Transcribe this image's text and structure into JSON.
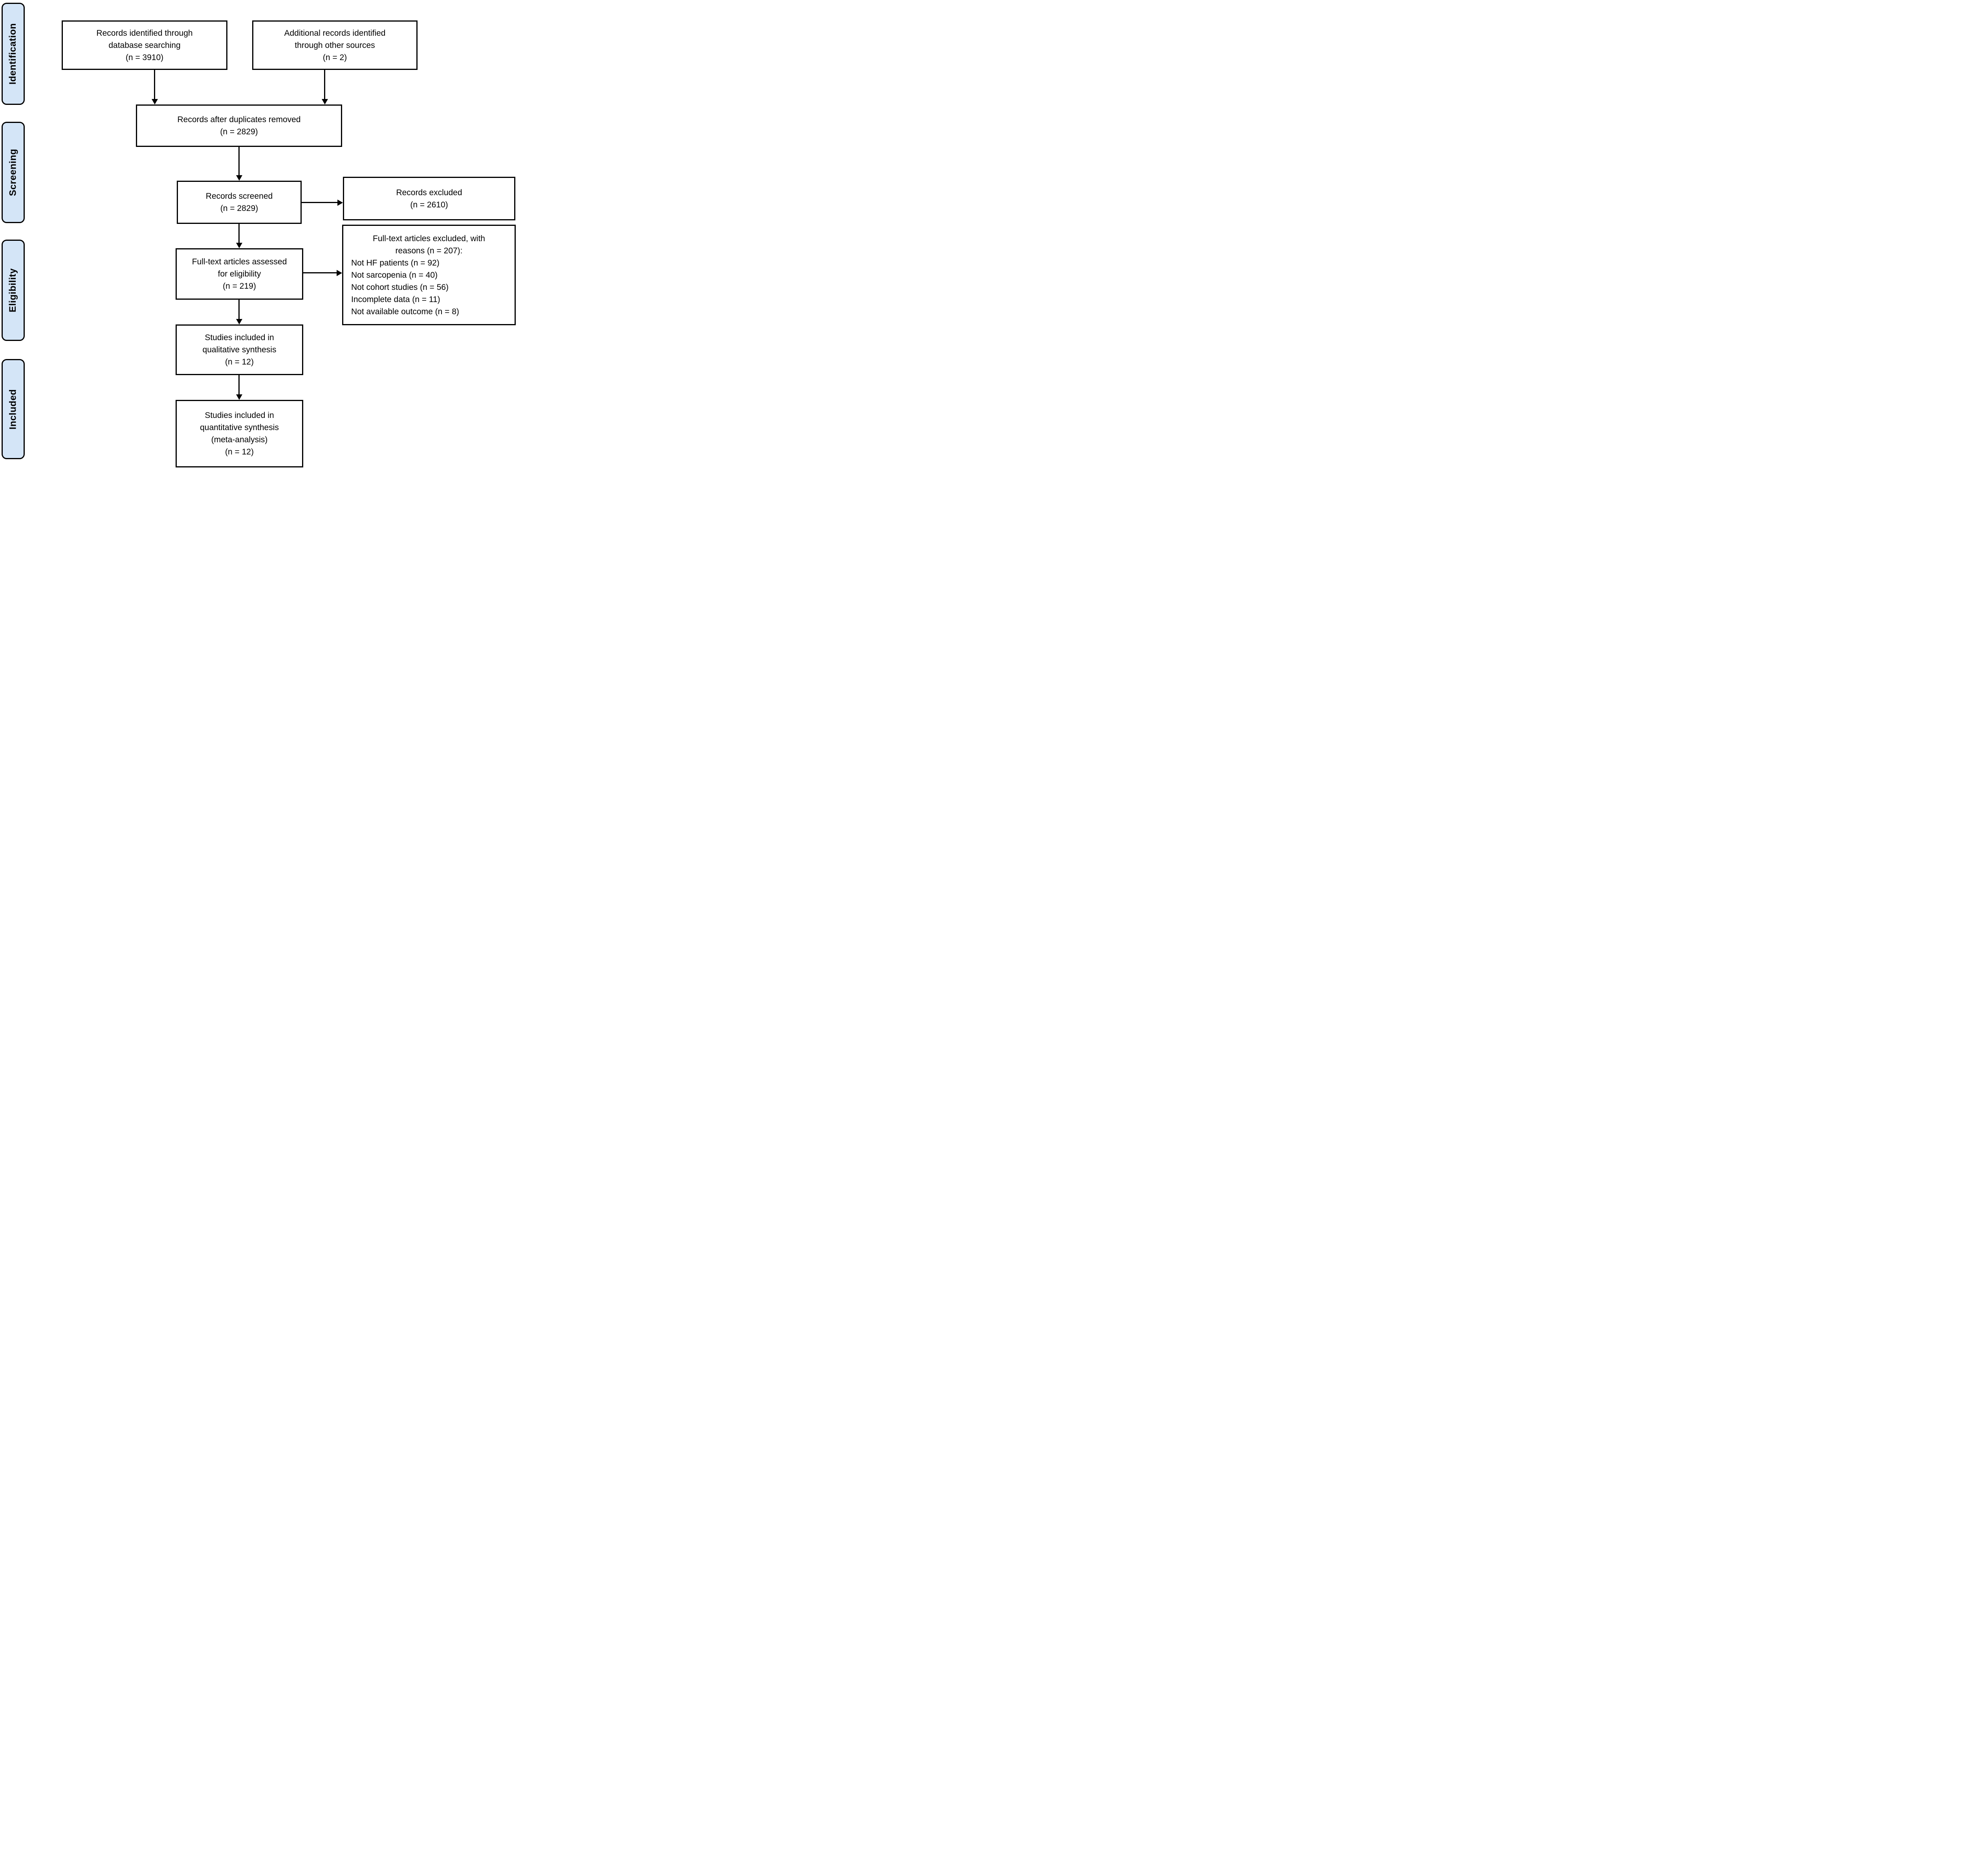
{
  "colors": {
    "sidebar_fill": "#d3e5f6",
    "box_fill": "#ffffff",
    "border": "#000000",
    "text": "#000000"
  },
  "sidebar": {
    "stages": [
      {
        "label": "Identification"
      },
      {
        "label": "Screening"
      },
      {
        "label": "Eligibility"
      },
      {
        "label": "Included"
      }
    ]
  },
  "boxes": {
    "records_identified": {
      "line1": "Records identified through",
      "line2": "database searching",
      "count": "(n = 3910)"
    },
    "additional_records": {
      "line1": "Additional records identified",
      "line2": "through other sources",
      "count": "(n = 2)"
    },
    "duplicates_removed": {
      "line1": "Records after duplicates removed",
      "count": "(n = 2829)"
    },
    "records_screened": {
      "line1": "Records screened",
      "count": "(n = 2829)"
    },
    "records_excluded": {
      "line1": "Records excluded",
      "count": "(n = 2610)"
    },
    "fulltext_assessed": {
      "line1": "Full-text articles assessed",
      "line2": "for eligibility",
      "count": "(n = 219)"
    },
    "fulltext_excluded": {
      "header_line1": "Full-text articles excluded, with",
      "header_line2": "reasons (n = 207):",
      "reasons": [
        "Not HF patients (n = 92)",
        "Not sarcopenia (n = 40)",
        "Not cohort studies (n = 56)",
        "Incomplete data (n = 11)",
        "Not available outcome (n = 8)"
      ]
    },
    "qualitative_synthesis": {
      "line1": "Studies included in",
      "line2": "qualitative synthesis",
      "count": "(n = 12)"
    },
    "quantitative_synthesis": {
      "line1": "Studies included in",
      "line2": "quantitative synthesis",
      "line3": "(meta-analysis)",
      "count": "(n = 12)"
    }
  },
  "edges": [
    {
      "from": "records-identified-box",
      "to": "duplicates-removed-box"
    },
    {
      "from": "additional-records-box",
      "to": "duplicates-removed-box"
    },
    {
      "from": "duplicates-removed-box",
      "to": "records-screened-box"
    },
    {
      "from": "records-screened-box",
      "to": "records-excluded-box"
    },
    {
      "from": "records-screened-box",
      "to": "fulltext-assessed-box"
    },
    {
      "from": "fulltext-assessed-box",
      "to": "fulltext-excluded-box"
    },
    {
      "from": "fulltext-assessed-box",
      "to": "qualitative-synthesis-box"
    },
    {
      "from": "qualitative-synthesis-box",
      "to": "quantitative-synthesis-box"
    }
  ]
}
